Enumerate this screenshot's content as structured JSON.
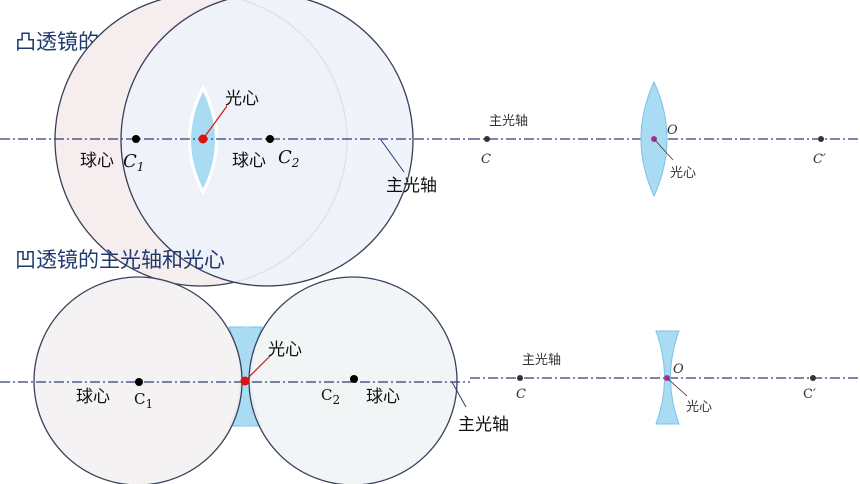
{
  "convex": {
    "title": "凸透镜的主光轴和光心",
    "optical_center_label": "光心",
    "sphere_center_label_left": "球心",
    "sphere_center_label_right": "球心",
    "c1_letter": "C",
    "c1_sub": "1",
    "c2_letter": "C",
    "c2_sub": "2",
    "axis_label": "主光轴",
    "right_axis_label": "主光轴",
    "right_c": "C",
    "right_o": "O",
    "right_c_prime": "C′",
    "right_center_label": "光心"
  },
  "concave": {
    "title": "凹透镜的主光轴和光心",
    "optical_center_label": "光心",
    "sphere_center_label_left": "球心",
    "sphere_center_label_right": "球心",
    "c1_letter": "C",
    "c1_sub": "1",
    "c2_letter": "C",
    "c2_sub": "2",
    "axis_label": "主光轴",
    "right_axis_label": "主光轴",
    "right_c": "C",
    "right_o": "O",
    "right_c_prime": "C′",
    "right_center_label": "光心"
  },
  "colors": {
    "title": "#1f3a6e",
    "axis": "#2b3f7a",
    "lens_fill": "#a9dcf3",
    "center_dot": "#e01010",
    "small_center_dot": "#b0308a"
  }
}
